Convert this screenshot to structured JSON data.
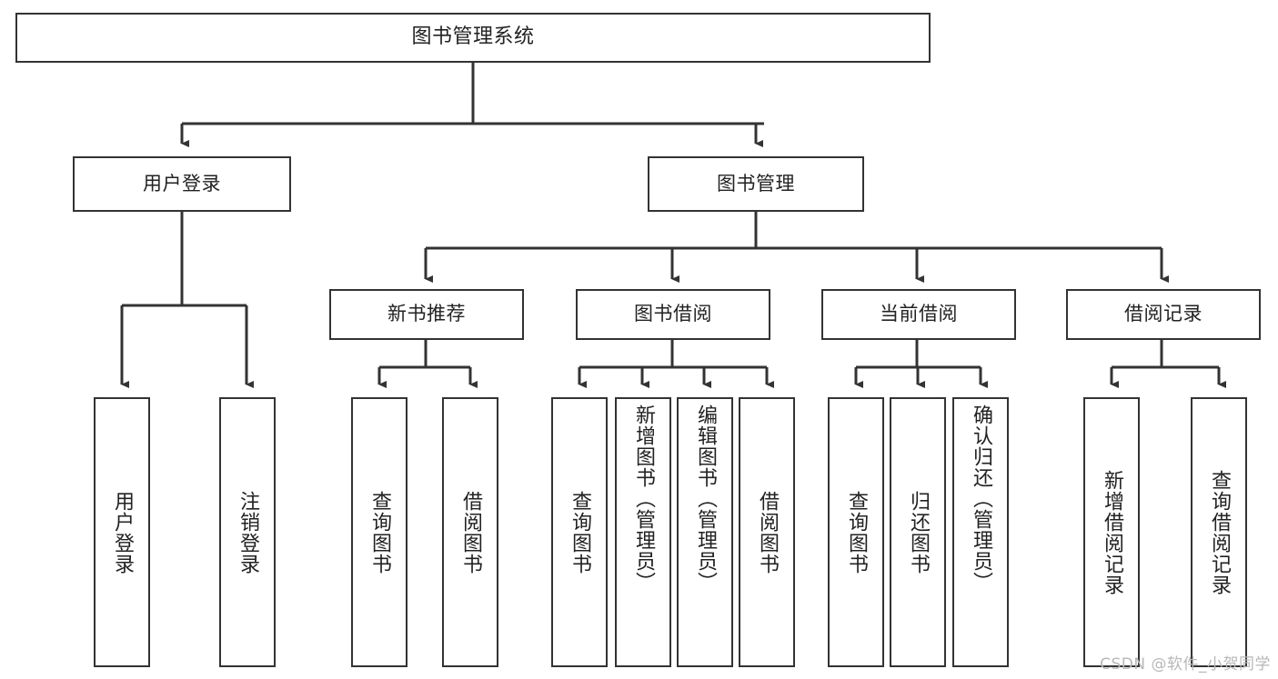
{
  "diagram": {
    "type": "tree-hierarchy-flowchart",
    "title": "图书管理系统",
    "watermark": "CSDN @软件_小贺同学",
    "colors": {
      "box_border": "#333333",
      "box_fill": "#ffffff",
      "edge": "#333333",
      "text": "#222222",
      "background": "#ffffff",
      "watermark": "#b8b8b8"
    },
    "levels": {
      "root": {
        "label": "图书管理系统"
      },
      "level2": [
        {
          "id": "user-login",
          "label": "用户登录"
        },
        {
          "id": "book-manage",
          "label": "图书管理"
        }
      ],
      "level3": [
        {
          "id": "new-book-recommend",
          "label": "新书推荐",
          "parent": "book-manage"
        },
        {
          "id": "book-borrow",
          "label": "图书借阅",
          "parent": "book-manage"
        },
        {
          "id": "current-borrow",
          "label": "当前借阅",
          "parent": "book-manage"
        },
        {
          "id": "borrow-record",
          "label": "借阅记录",
          "parent": "book-manage"
        }
      ],
      "leaves": [
        {
          "id": "leaf-user-login",
          "label": "用户登录",
          "parent": "user-login"
        },
        {
          "id": "leaf-logout-login",
          "label": "注销登录",
          "parent": "user-login"
        },
        {
          "id": "leaf-query-book-1",
          "label": "查询图书",
          "parent": "new-book-recommend"
        },
        {
          "id": "leaf-borrow-book-1",
          "label": "借阅图书",
          "parent": "new-book-recommend"
        },
        {
          "id": "leaf-query-book-2",
          "label": "查询图书",
          "parent": "book-borrow"
        },
        {
          "id": "leaf-add-book",
          "label": "新增图书（管理员）",
          "parent": "book-borrow"
        },
        {
          "id": "leaf-edit-book",
          "label": "编辑图书（管理员）",
          "parent": "book-borrow"
        },
        {
          "id": "leaf-borrow-book-2",
          "label": "借阅图书",
          "parent": "book-borrow"
        },
        {
          "id": "leaf-query-book-3",
          "label": "查询图书",
          "parent": "current-borrow"
        },
        {
          "id": "leaf-return-book",
          "label": "归还图书",
          "parent": "current-borrow"
        },
        {
          "id": "leaf-confirm-return",
          "label": "确认归还（管理员）",
          "parent": "current-borrow"
        },
        {
          "id": "leaf-add-record",
          "label": "新增借阅记录",
          "parent": "borrow-record"
        },
        {
          "id": "leaf-query-record",
          "label": "查询借阅记录",
          "parent": "borrow-record"
        }
      ]
    }
  }
}
